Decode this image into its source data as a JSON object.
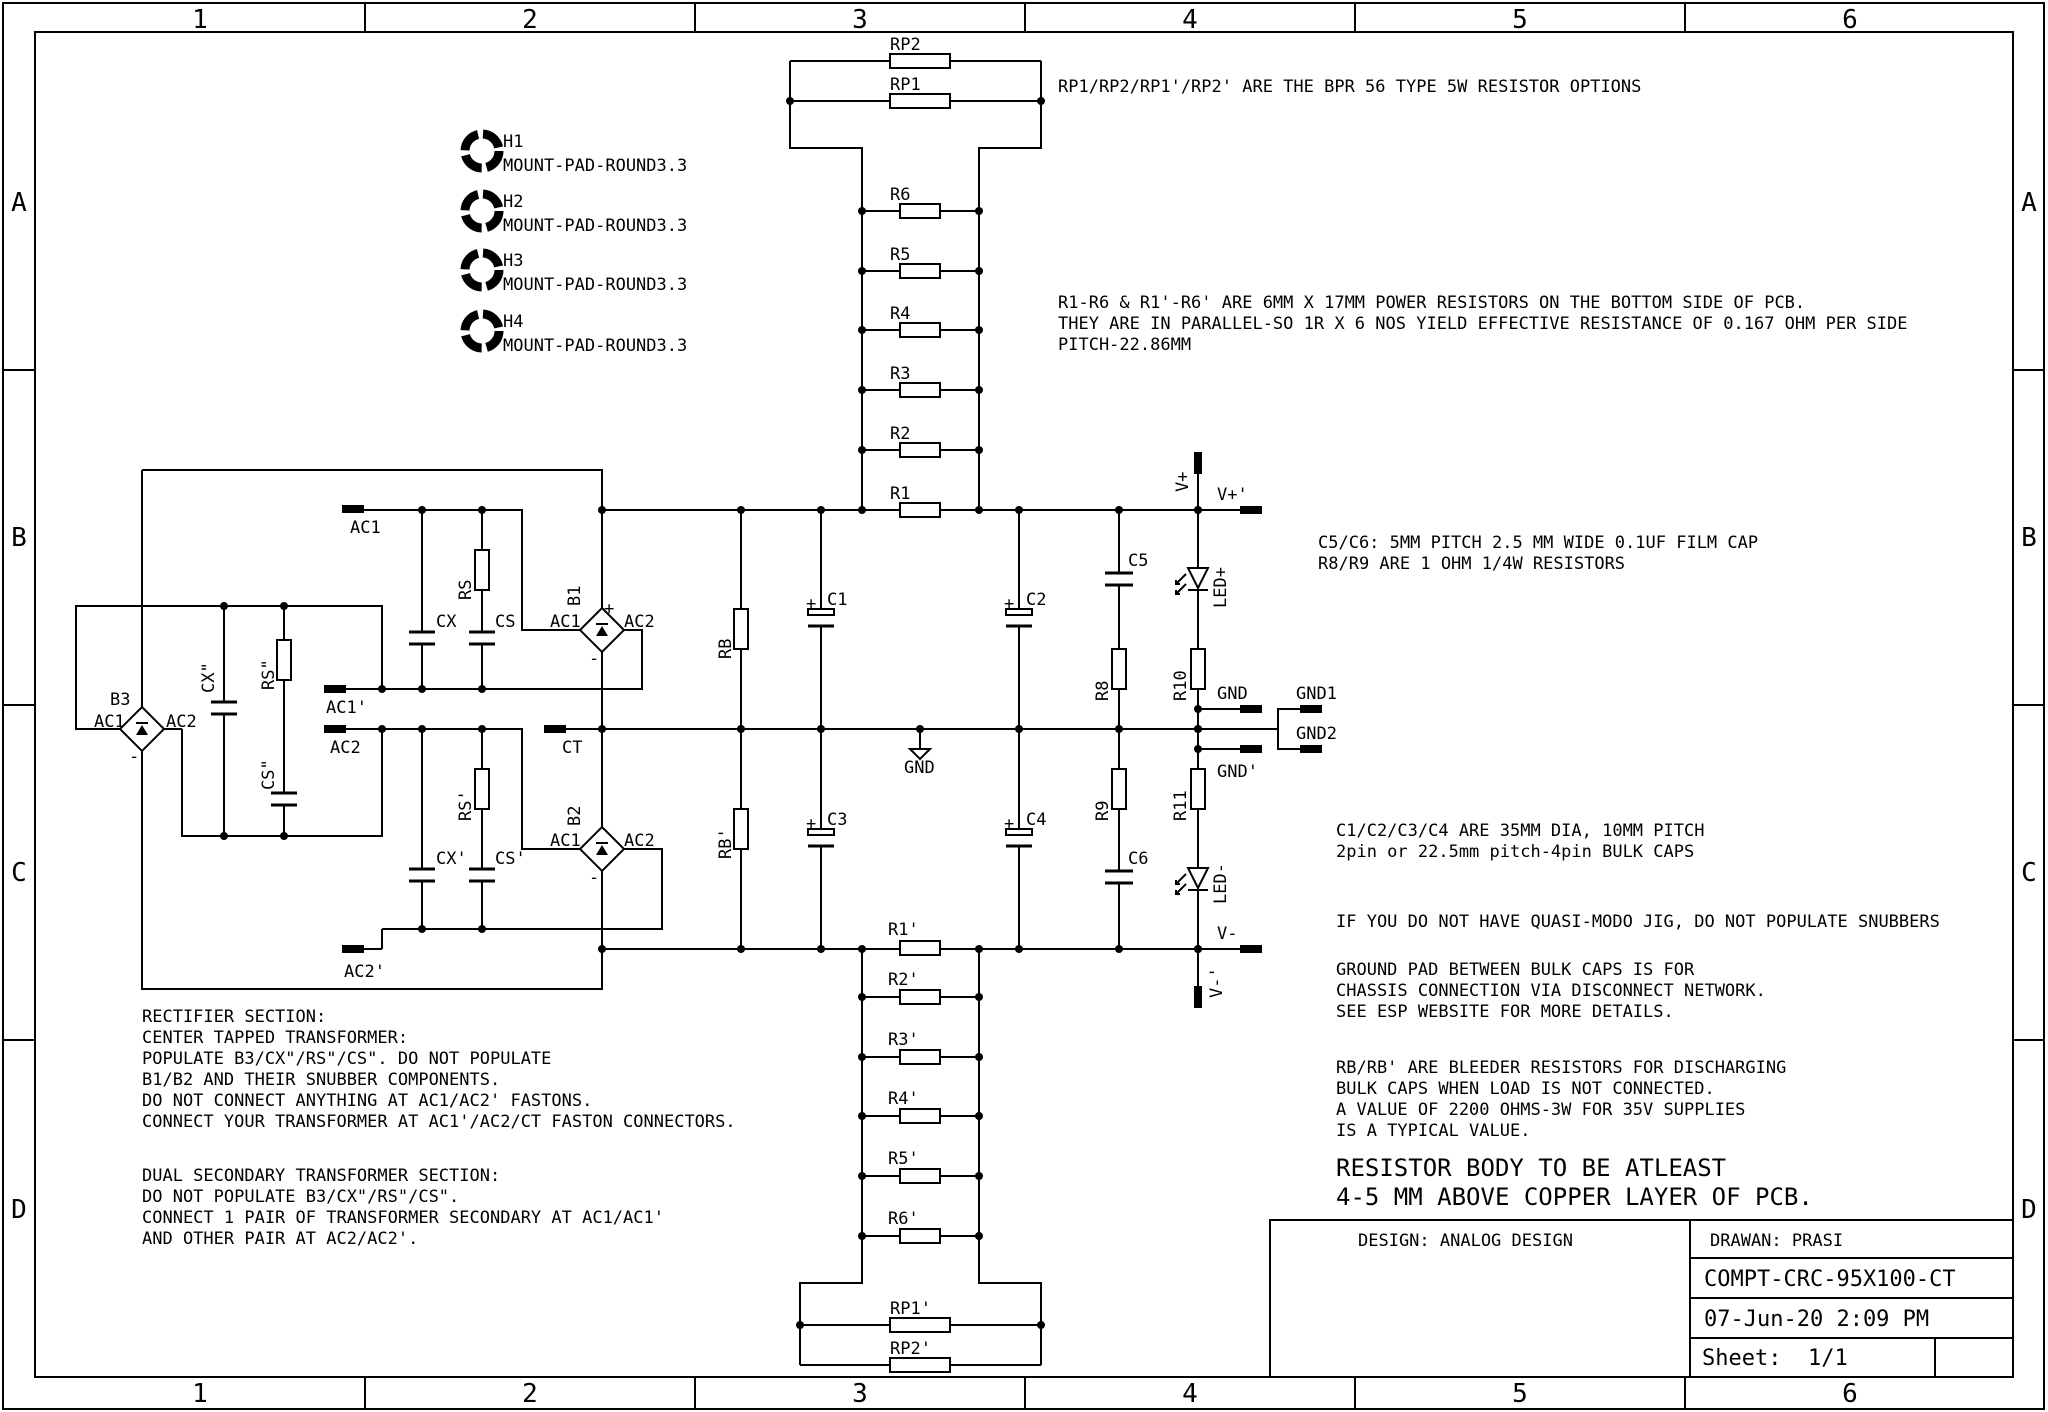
{
  "frame": {
    "columns": [
      "1",
      "2",
      "3",
      "4",
      "5",
      "6"
    ],
    "rows": [
      "A",
      "B",
      "C",
      "D"
    ]
  },
  "mount_pads": [
    {
      "ref": "H1",
      "value": "MOUNT-PAD-ROUND3.3"
    },
    {
      "ref": "H2",
      "value": "MOUNT-PAD-ROUND3.3"
    },
    {
      "ref": "H3",
      "value": "MOUNT-PAD-ROUND3.3"
    },
    {
      "ref": "H4",
      "value": "MOUNT-PAD-ROUND3.3"
    }
  ],
  "labels": {
    "rp2": "RP2",
    "rp1": "RP1",
    "r6": "R6",
    "r5": "R5",
    "r4": "R4",
    "r3": "R3",
    "r2": "R2",
    "r1": "R1",
    "r1p": "R1'",
    "r2p": "R2'",
    "r3p": "R3'",
    "r4p": "R4'",
    "r5p": "R5'",
    "r6p": "R6'",
    "rp1p": "RP1'",
    "rp2p": "RP2'",
    "ac1": "AC1",
    "ac1p": "AC1'",
    "ac2": "AC2",
    "ac2p": "AC2'",
    "ct": "CT",
    "cx": "CX",
    "cs": "CS",
    "rs": "RS",
    "cxp": "CX'",
    "csp": "CS'",
    "rsp": "RS'",
    "cxpp": "CX\"",
    "rspp": "RS\"",
    "cspp": "CS\"",
    "b1": "B1",
    "b2": "B2",
    "b3": "B3",
    "b1_ac1": "AC1",
    "b1_ac2": "AC2",
    "b2_ac1": "AC1",
    "b2_ac2": "AC2",
    "b3_ac1": "AC1",
    "b3_ac2": "AC2",
    "plus": "+",
    "minus": "-",
    "rb": "RB",
    "rbp": "RB'",
    "c1": "C1",
    "c2": "C2",
    "c3": "C3",
    "c4": "C4",
    "c5": "C5",
    "c6": "C6",
    "gnd": "GND",
    "gnd_pad": "GND",
    "gndp": "GND'",
    "gnd1": "GND1",
    "gnd2": "GND2",
    "r8": "R8",
    "r9": "R9",
    "r10": "R10",
    "r11": "R11",
    "ledp": "LED+",
    "ledm": "LED-",
    "vplus": "V+",
    "vplusp": "V+'",
    "vminus": "V-",
    "vminusp": "V-'"
  },
  "notes": {
    "rp_options": "RP1/RP2/RP1'/RP2' ARE THE BPR 56 TYPE 5W RESISTOR OPTIONS",
    "power_res": [
      "R1-R6 & R1'-R6' ARE 6MM X 17MM POWER RESISTORS ON THE BOTTOM SIDE OF PCB.",
      "THEY ARE IN PARALLEL-SO 1R X 6 NOS YIELD EFFECTIVE RESISTANCE OF 0.167 OHM PER SIDE",
      "PITCH-22.86MM"
    ],
    "film_cap": [
      "C5/C6: 5MM PITCH 2.5 MM WIDE 0.1UF FILM CAP",
      "R8/R9 ARE 1 OHM 1/4W RESISTORS"
    ],
    "bulk_caps": [
      "C1/C2/C3/C4 ARE 35MM DIA, 10MM PITCH",
      "2pin or 22.5mm pitch-4pin  BULK CAPS"
    ],
    "snubbers": "IF YOU DO NOT HAVE QUASI-MODO JIG, DO NOT POPULATE SNUBBERS",
    "ground_pad": [
      "GROUND PAD BETWEEN BULK CAPS IS FOR",
      "CHASSIS CONNECTION VIA DISCONNECT NETWORK.",
      "SEE ESP WEBSITE FOR MORE DETAILS."
    ],
    "bleeder": [
      "RB/RB' ARE BLEEDER RESISTORS FOR DISCHARGING",
      "BULK CAPS WHEN LOAD IS NOT CONNECTED.",
      "A VALUE OF 2200 OHMS-3W FOR 35V SUPPLIES",
      "IS A TYPICAL VALUE."
    ],
    "resistor_body": [
      "RESISTOR BODY TO BE ATLEAST",
      "4-5 MM ABOVE COPPER LAYER OF PCB."
    ],
    "rectifier": [
      "RECTIFIER SECTION:",
      "CENTER TAPPED TRANSFORMER:",
      "POPULATE B3/CX\"/RS\"/CS\". DO NOT POPULATE",
      "B1/B2 AND THEIR SNUBBER COMPONENTS.",
      "DO NOT CONNECT ANYTHING AT AC1/AC2' FASTONS.",
      "CONNECT YOUR TRANSFORMER AT AC1'/AC2/CT FASTON CONNECTORS."
    ],
    "dual": [
      "DUAL SECONDARY TRANSFORMER SECTION:",
      "DO NOT POPULATE B3/CX\"/RS\"/CS\".",
      "CONNECT 1 PAIR OF TRANSFORMER SECONDARY AT AC1/AC1'",
      "AND OTHER PAIR AT AC2/AC2'."
    ]
  },
  "title_block": {
    "design": "DESIGN: ANALOG DESIGN",
    "drawn": "DRAWAN: PRASI",
    "title": "COMPT-CRC-95X100-CT",
    "date": "07-Jun-20 2:09 PM",
    "sheet_label": "Sheet:",
    "sheet_value": "1/1"
  }
}
